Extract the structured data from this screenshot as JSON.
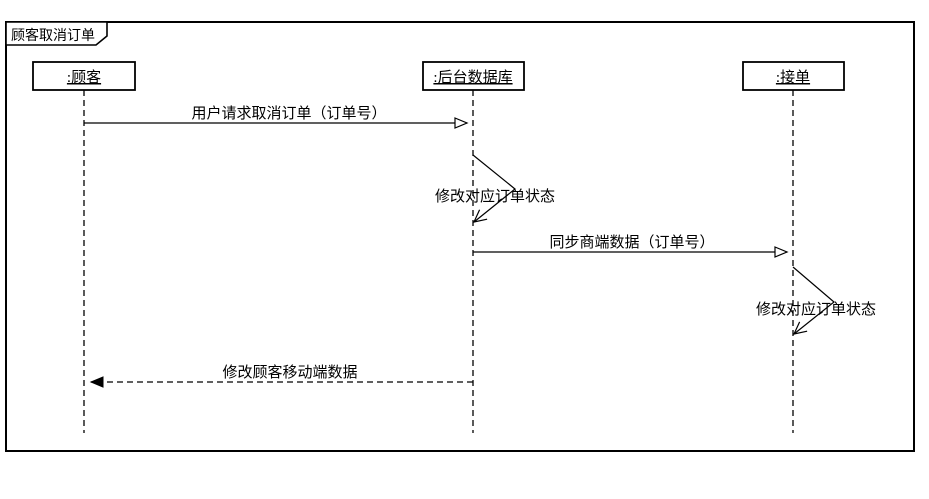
{
  "diagram": {
    "type": "uml-sequence",
    "frame_label": "顾客取消订单",
    "lifelines": [
      {
        "name": ":顾客"
      },
      {
        "name": ":后台数据库"
      },
      {
        "name": ":接单"
      }
    ],
    "messages": [
      {
        "label": "用户请求取消订单（订单号）",
        "type": "sync",
        "from": ":顾客",
        "to": ":后台数据库",
        "line": "solid",
        "arrowhead": "open-triangle"
      },
      {
        "label": "修改对应订单状态",
        "type": "self",
        "on": ":后台数据库",
        "line": "solid",
        "arrowhead": "open-v"
      },
      {
        "label": "同步商端数据（订单号）",
        "type": "sync",
        "from": ":后台数据库",
        "to": ":接单",
        "line": "solid",
        "arrowhead": "open-triangle"
      },
      {
        "label": "修改对应订单状态",
        "type": "self",
        "on": ":接单",
        "line": "solid",
        "arrowhead": "open-v"
      },
      {
        "label": "修改顾客移动端数据",
        "type": "return",
        "from": ":后台数据库",
        "to": ":顾客",
        "line": "dashed",
        "arrowhead": "filled-triangle"
      }
    ],
    "colors": {
      "stroke": "#000000",
      "background": "#ffffff"
    }
  }
}
